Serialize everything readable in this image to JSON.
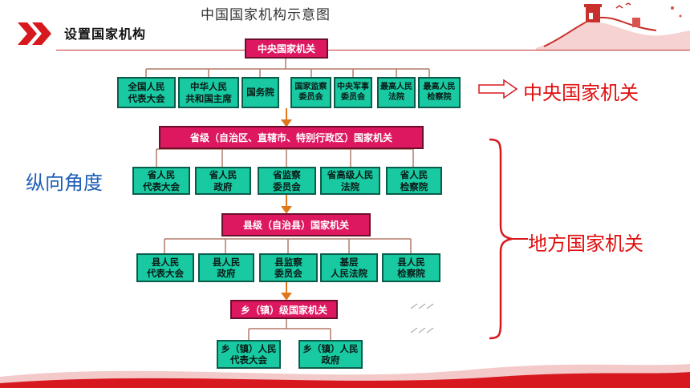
{
  "header": {
    "section_title": "设置国家机构",
    "diagram_title": "中国国家机构示意图"
  },
  "central": {
    "top": "中央国家机关",
    "children": [
      {
        "line1": "全国人民",
        "line2": "代表大会"
      },
      {
        "line1": "中华人民",
        "line2": "共和国主席"
      },
      {
        "line1": "国务院",
        "line2": ""
      },
      {
        "line1": "国家监察",
        "line2": "委员会"
      },
      {
        "line1": "中央军事",
        "line2": "委员会"
      },
      {
        "line1": "最高人民",
        "line2": "法院"
      },
      {
        "line1": "最高人民",
        "line2": "检察院"
      }
    ]
  },
  "provincial": {
    "top": "省级（自治区、直辖市、特别行政区）国家机关",
    "children": [
      {
        "line1": "省人民",
        "line2": "代表大会"
      },
      {
        "line1": "省人民",
        "line2": "政府"
      },
      {
        "line1": "省监察",
        "line2": "委员会"
      },
      {
        "line1": "省高级人民",
        "line2": "法院"
      },
      {
        "line1": "省人民",
        "line2": "检察院"
      }
    ]
  },
  "county": {
    "top": "县级（自治县）国家机关",
    "children": [
      {
        "line1": "县人民",
        "line2": "代表大会"
      },
      {
        "line1": "县人民",
        "line2": "政府"
      },
      {
        "line1": "县监察",
        "line2": "委员会"
      },
      {
        "line1": "基层",
        "line2": "人民法院"
      },
      {
        "line1": "县人民",
        "line2": "检察院"
      }
    ]
  },
  "township": {
    "top": "乡（镇）级国家机关",
    "children": [
      {
        "line1": "乡（镇）人民",
        "line2": "代表大会"
      },
      {
        "line1": "乡（镇）人民",
        "line2": "政府"
      }
    ]
  },
  "annotations": {
    "central_label": "中央国家机关",
    "vertical_label": "纵向角度",
    "local_label": "地方国家机关"
  },
  "colors": {
    "red_box": "#dd1860",
    "green_box": "#19c9a2",
    "accent_red": "#e01010",
    "accent_blue": "#1f5fb4"
  }
}
